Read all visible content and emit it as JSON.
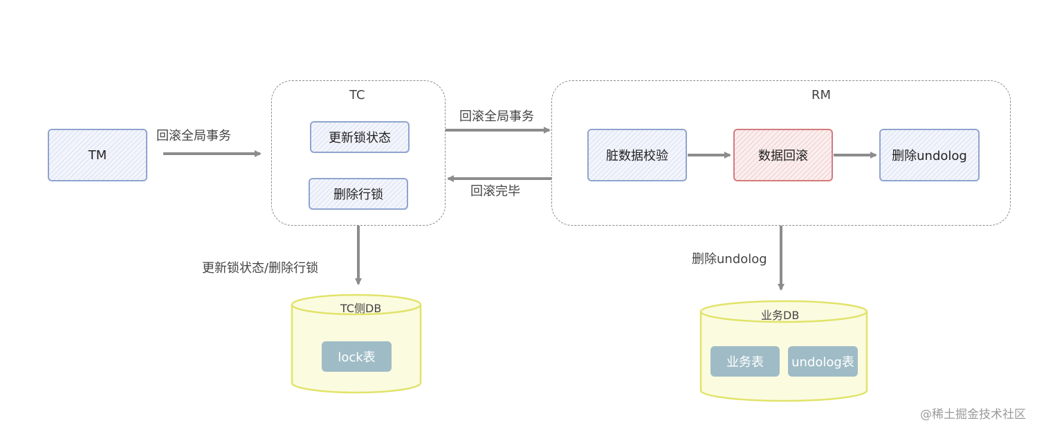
{
  "tm": {
    "label": "TM"
  },
  "tc": {
    "title": "TC",
    "boxes": [
      "更新锁状态",
      "删除行锁"
    ]
  },
  "rm": {
    "title": "RM",
    "steps": [
      "脏数据校验",
      "数据回滚",
      "删除undolog"
    ]
  },
  "edges": {
    "tm_to_tc": "回滚全局事务",
    "tc_to_rm": "回滚全局事务",
    "rm_to_tc": "回滚完毕",
    "tc_to_db": "更新锁状态/删除行锁",
    "rm_to_db": "删除undolog"
  },
  "tc_db": {
    "title": "TC侧DB",
    "tables": [
      "lock表"
    ]
  },
  "biz_db": {
    "title": "业务DB",
    "tables": [
      "业务表",
      "undolog表"
    ]
  },
  "watermark": "@稀土掘金技术社区",
  "colors": {
    "box_border_blue": "#8ea4cf",
    "box_border_red": "#d37b7b",
    "db_border": "#e1e36a",
    "db_fill": "#fbfbe0",
    "table_fill": "#9fbcc6",
    "arrow": "#8c8c8c"
  }
}
